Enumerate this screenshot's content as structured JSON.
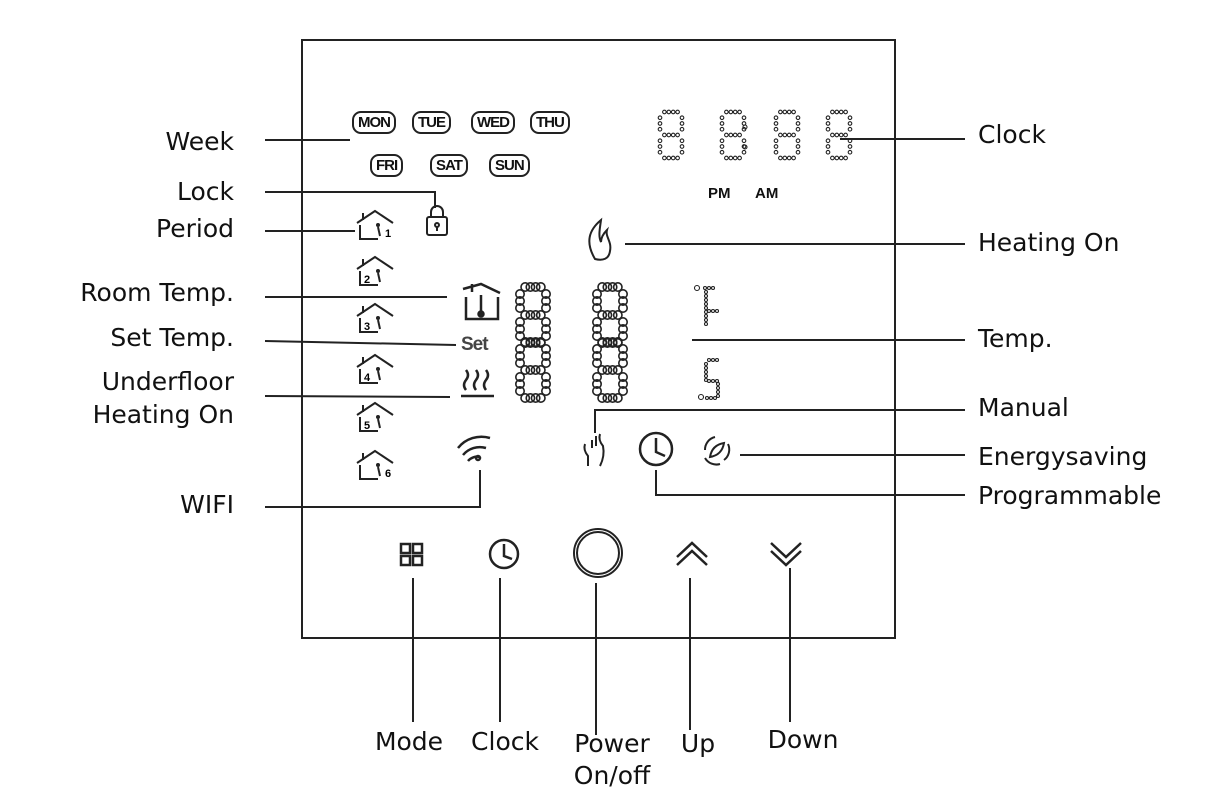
{
  "left_labels": {
    "week": "Week",
    "lock": "Lock",
    "period": "Period",
    "room_temp": "Room Temp.",
    "set_temp": "Set  Temp.",
    "underfloor_1": "Underfloor",
    "underfloor_2": "Heating On",
    "wifi": "WIFI"
  },
  "right_labels": {
    "clock": "Clock",
    "heating_on": "Heating On",
    "temp": "Temp.",
    "manual": "Manual",
    "energysaving": "Energysaving",
    "programmable": "Programmable"
  },
  "bottom_labels": {
    "mode": "Mode",
    "clock": "Clock",
    "power_1": "Power",
    "power_2": "On/off",
    "up": "Up",
    "down": "Down"
  },
  "display": {
    "days": [
      "MON",
      "TUE",
      "WED",
      "THU",
      "FRI",
      "SAT",
      "SUN"
    ],
    "pm": "PM",
    "am": "AM",
    "set": "Set",
    "periods": [
      "1",
      "2",
      "3",
      "4",
      "5",
      "6"
    ]
  },
  "colors": {
    "line": "#222222",
    "background": "#ffffff"
  }
}
